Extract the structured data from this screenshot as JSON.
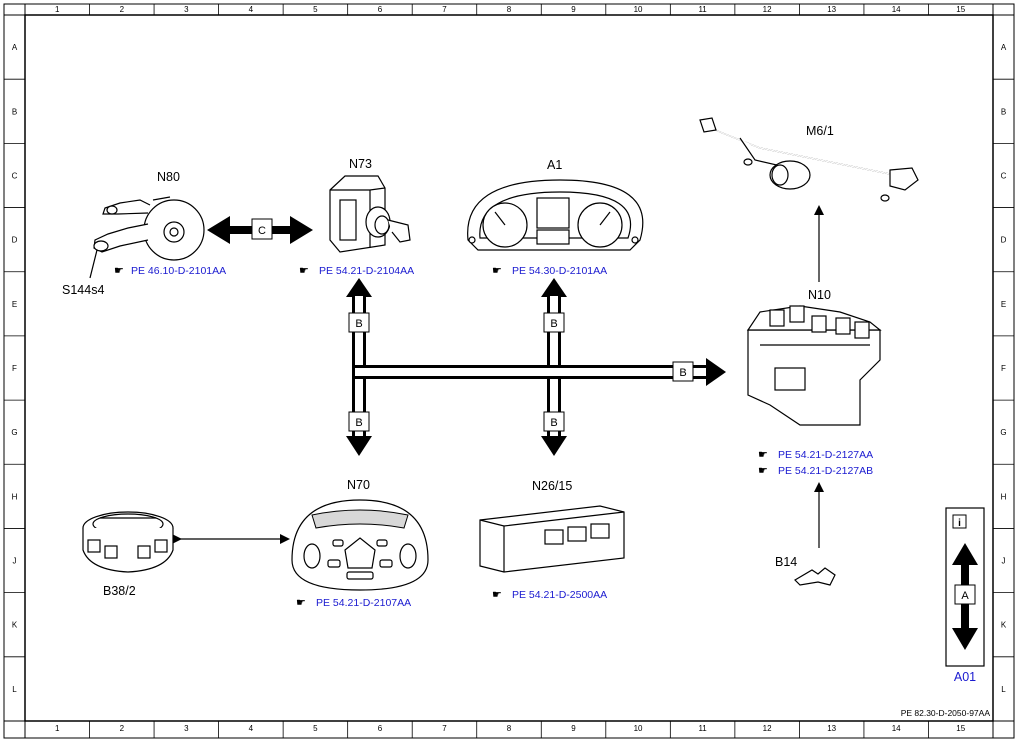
{
  "grid": {
    "columns": [
      "1",
      "2",
      "3",
      "4",
      "5",
      "6",
      "7",
      "8",
      "9",
      "10",
      "11",
      "12",
      "13",
      "14",
      "15"
    ],
    "rows": [
      "A",
      "B",
      "C",
      "D",
      "E",
      "F",
      "G",
      "H",
      "J",
      "K",
      "L"
    ]
  },
  "components": {
    "n80": {
      "label": "N80",
      "ref": "PE 46.10-D-2101AA"
    },
    "s144s4": {
      "label": "S144s4"
    },
    "n73": {
      "label": "N73",
      "ref": "PE 54.21-D-2104AA"
    },
    "a1": {
      "label": "A1",
      "ref": "PE 54.30-D-2101AA"
    },
    "m6_1": {
      "label": "M6/1"
    },
    "n10": {
      "label": "N10",
      "refs": [
        "PE 54.21-D-2127AA",
        "PE 54.21-D-2127AB"
      ]
    },
    "n70": {
      "label": "N70",
      "ref": "PE 54.21-D-2107AA"
    },
    "n26_15": {
      "label": "N26/15",
      "ref": "PE 54.21-D-2500AA"
    },
    "b38_2": {
      "label": "B38/2"
    },
    "b14": {
      "label": "B14"
    }
  },
  "connectors": {
    "c": "C",
    "b": "B"
  },
  "legend": {
    "info": "i",
    "a_label": "A",
    "id": "A01"
  },
  "footer": {
    "doc_id": "PE 82.30-D-2050-97AA"
  }
}
